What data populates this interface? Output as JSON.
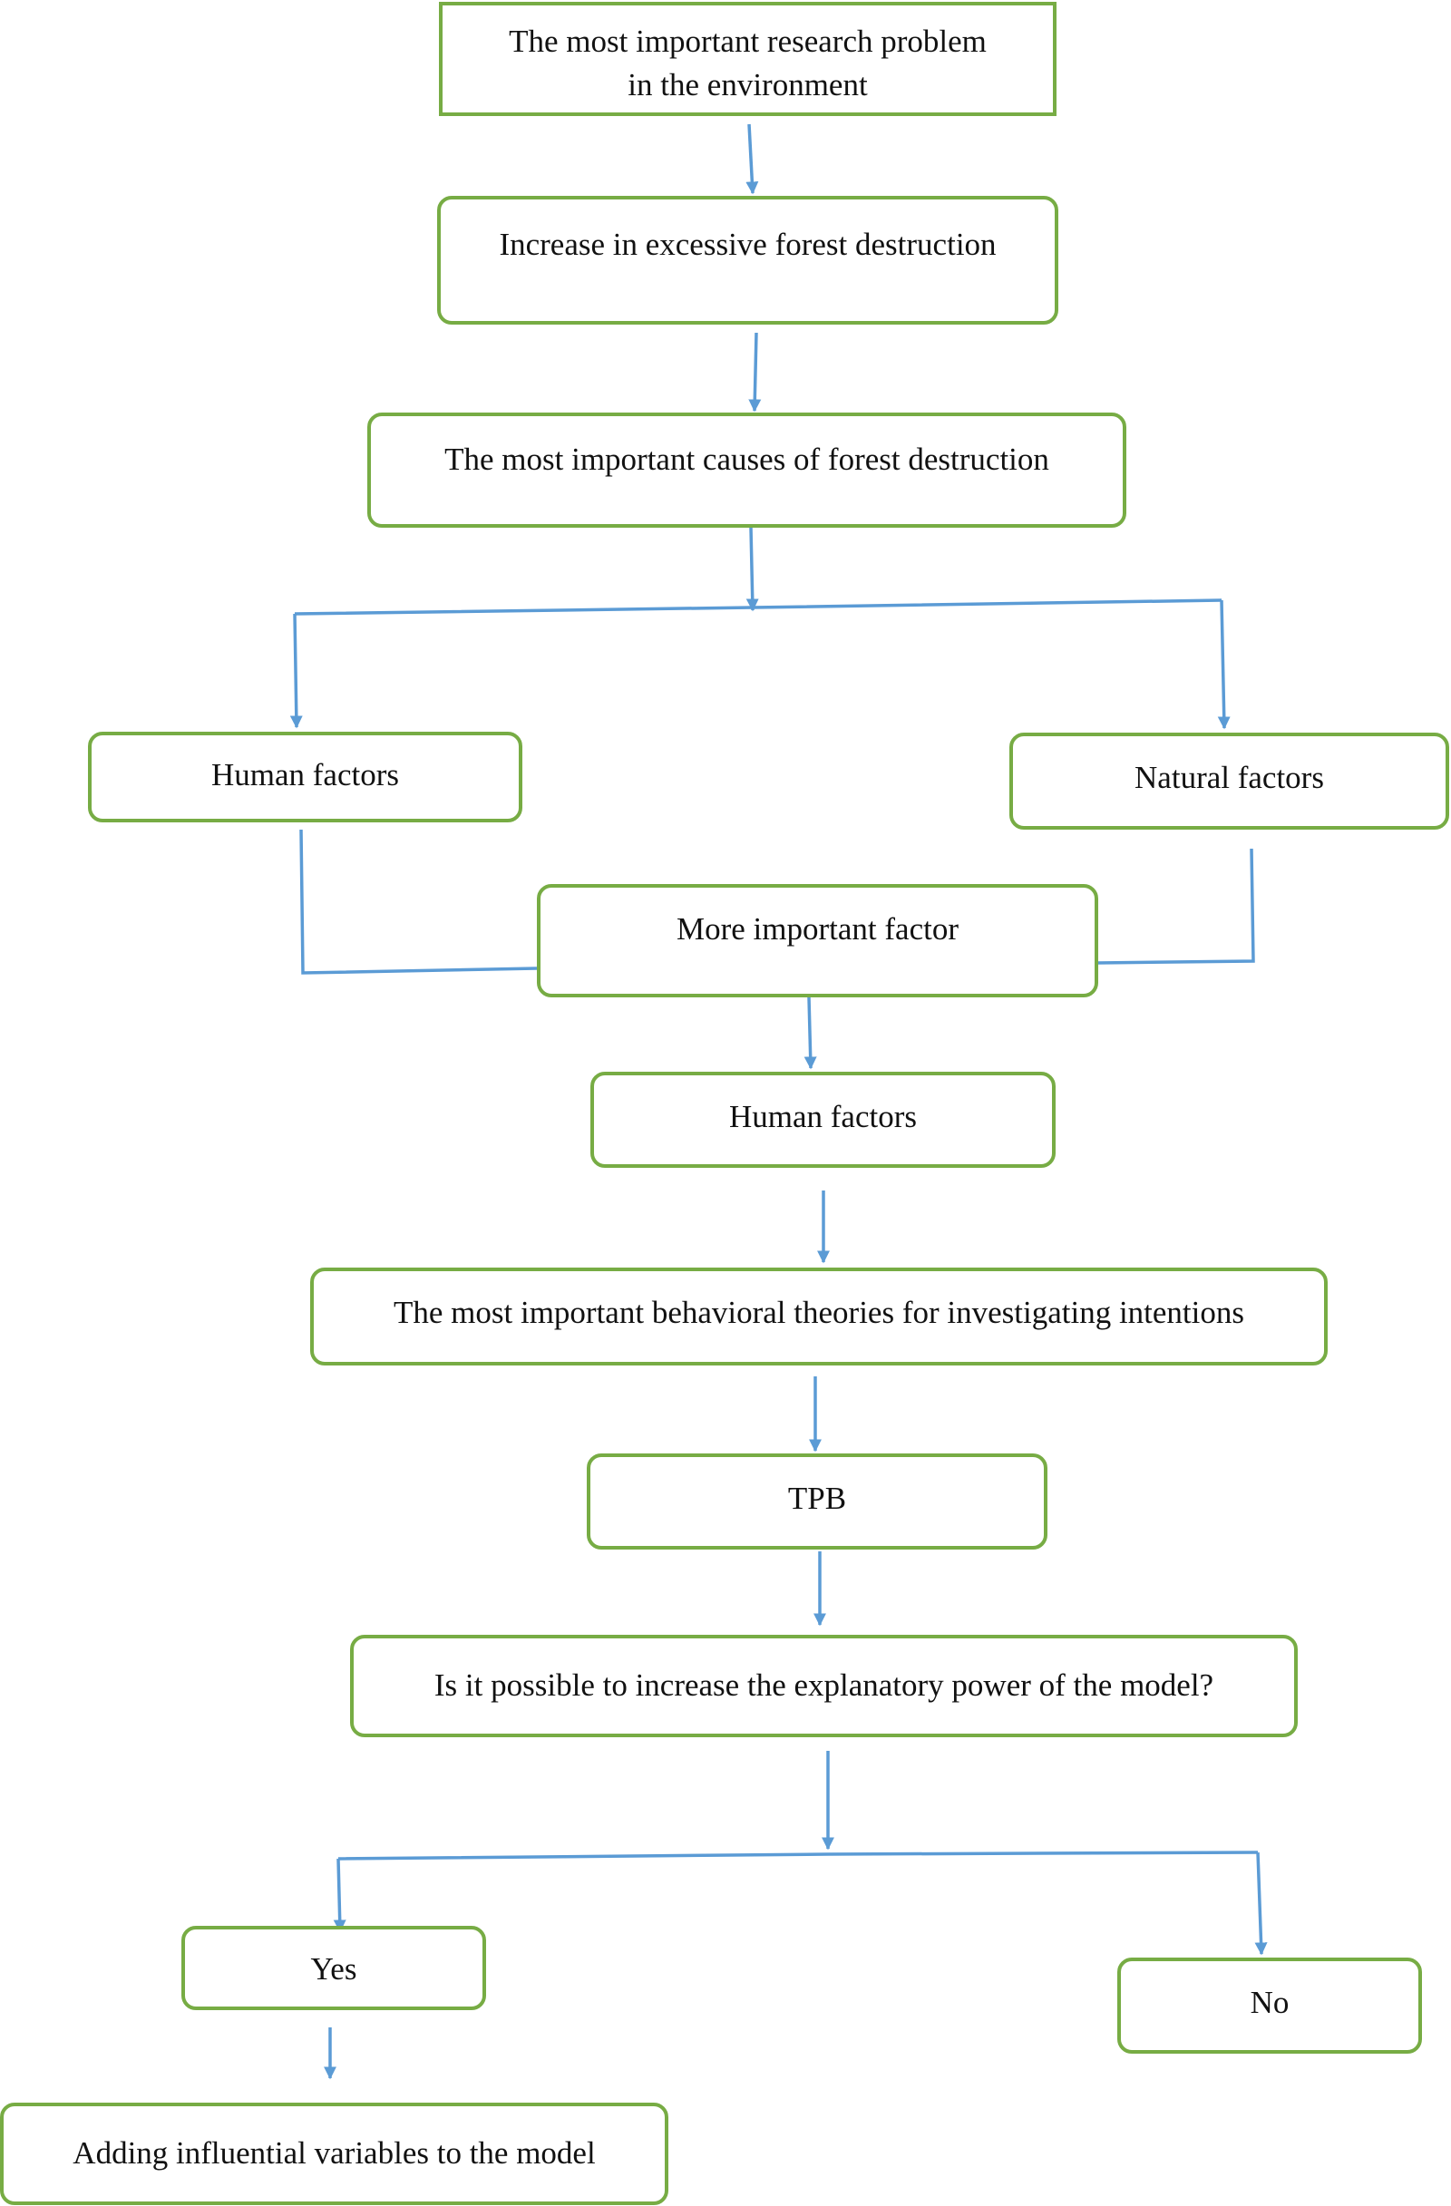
{
  "colors": {
    "box_border": "#77ac44",
    "connector": "#5b9bd5",
    "text": "#111111"
  },
  "nodes": {
    "research_problem": {
      "line1": "The most important research problem",
      "line2": "in the environment"
    },
    "forest_destruction": "Increase in excessive forest destruction",
    "causes": "The most important causes of forest destruction",
    "human_factors_left": "Human factors",
    "natural_factors": "Natural factors",
    "more_important_factor": "More important factor",
    "human_factors_center": "Human factors",
    "behavioral_theories": "The most important behavioral theories for investigating intentions",
    "tpb": "TPB",
    "explanatory_power_question": "Is it possible to increase the explanatory power of the model?",
    "yes": "Yes",
    "no": "No",
    "adding_variables": "Adding influential variables to the model"
  }
}
